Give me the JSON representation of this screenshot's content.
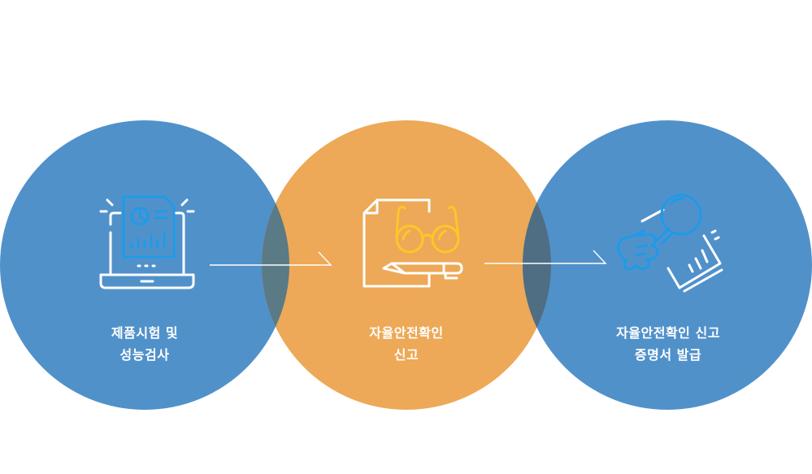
{
  "steps": [
    {
      "line1": "제품시험 및",
      "line2": "성능검사",
      "color": "#4A8CC8",
      "icon": "laptop-report-icon"
    },
    {
      "line1": "자율안전확인",
      "line2": "신고",
      "color": "#ECA34A",
      "icon": "document-glasses-pencil-icon"
    },
    {
      "line1": "자율안전확인 신고",
      "line2": "증명서 발급",
      "color": "#4A8CC8",
      "icon": "magnifier-hand-document-icon"
    }
  ],
  "colors": {
    "blue": "#4A8CC8",
    "orange": "#ECA34A",
    "overlap": "#4F6E84",
    "accent_blue": "#1E9BE8",
    "accent_yellow": "#FFC629"
  }
}
